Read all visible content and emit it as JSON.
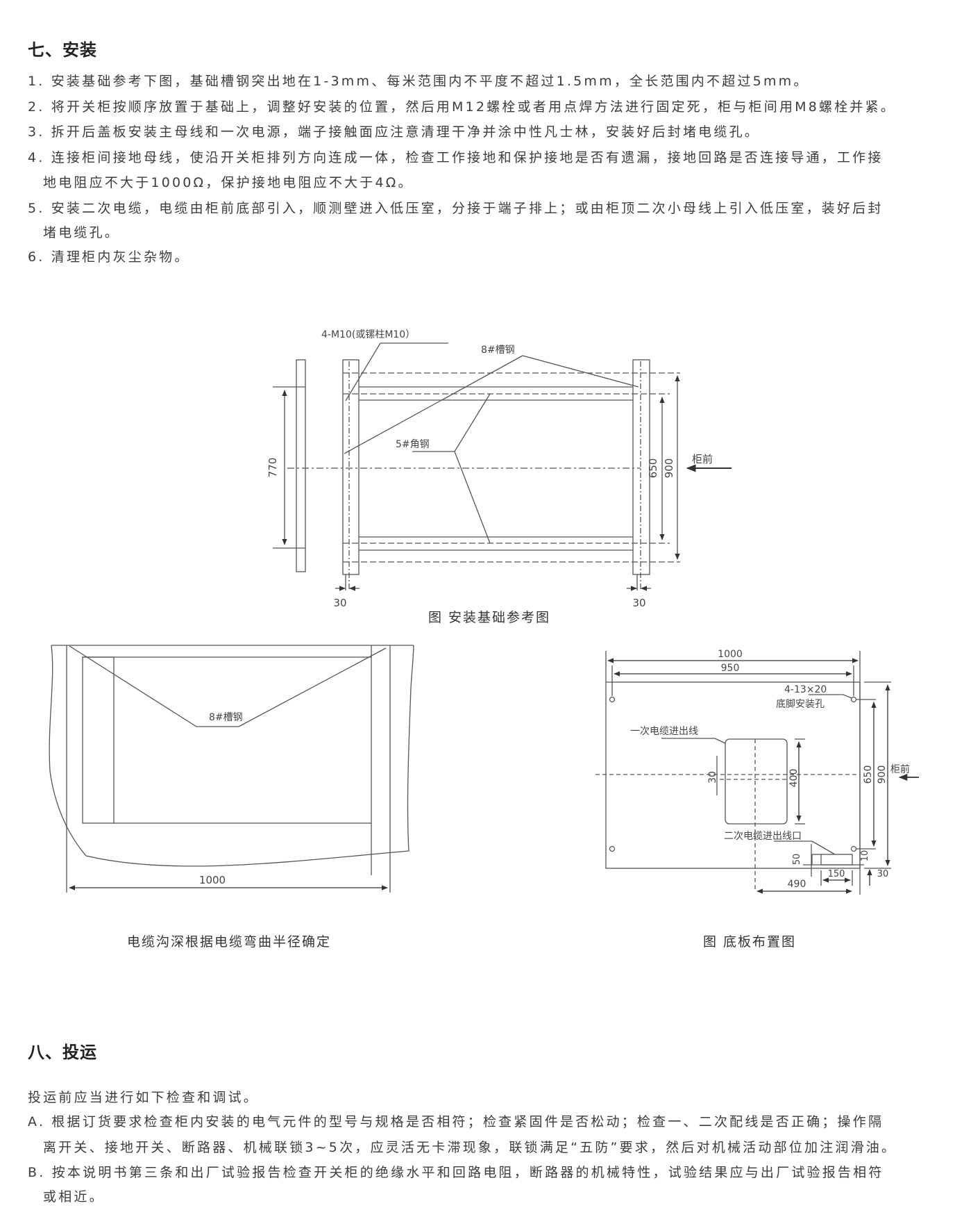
{
  "section7": {
    "title": "七、安装",
    "lines": [
      "1. 安装基础参考下图，基础槽钢突出地在1-3mm、每米范围内不平度不超过1.5mm，全长范围内不超过5mm。",
      "2. 将开关柜按顺序放置于基础上，调整好安装的位置，然后用M12螺栓或者用点焊方法进行固定死，柜与柜间用M8螺栓并紧。",
      "3. 拆开后盖板安装主母线和一次电源，端子接触面应注意清理干净并涂中性凡士林，安装好后封堵电缆孔。",
      "4. 连接柜间接地母线，使沿开关柜排列方向连成一体，检查工作接地和保护接地是否有遗漏，接地回路是否连接导通，工作接",
      "地电阻应不大于1000Ω，保护接地电阻应不大于4Ω。",
      "5. 安装二次电缆，电缆由柜前底部引入，顺测壁进入低压室，分接于端子排上；或由柜顶二次小母线上引入低压室，装好后封",
      "堵电缆孔。",
      "6. 清理柜内灰尘杂物。"
    ]
  },
  "figure1": {
    "caption": "图 安装基础参考图",
    "bolt_label": "4-M10(或镙柱M10）",
    "channel_label": "8#槽钢",
    "angle_label": "5#角钢",
    "dim_770": "770",
    "dim_650": "650",
    "dim_900": "900",
    "dim_30_left": "30",
    "dim_30_right": "30",
    "front_label": "柜前"
  },
  "figure2": {
    "caption": "电缆沟深根据电缆弯曲半径确定",
    "channel_label": "8#槽钢",
    "dim_1000": "1000"
  },
  "figure3": {
    "caption": "图 底板布置图",
    "dim_1000": "1000",
    "dim_950": "950",
    "hole_spec": "4-13×20",
    "hole_label": "底脚安装孔",
    "primary_cable": "一次电缆进出线",
    "secondary_cable": "二次电缆进出线口",
    "dim_30": "30",
    "dim_400": "400",
    "dim_650": "650",
    "dim_900": "900",
    "front_label": "柜前",
    "dim_50": "50",
    "dim_10": "10",
    "dim_150": "150",
    "dim_30b": "30",
    "dim_490": "490"
  },
  "section8": {
    "title": "八、投运",
    "lines": [
      "投运前应当进行如下检查和调试。",
      "A. 根据订货要求检查柜内安装的电气元件的型号与规格是否相符；检查紧固件是否松动；检查一、二次配线是否正确；操作隔",
      "离开关、接地开关、断路器、机械联锁3~5次，应灵活无卡滞现象，联锁满足“五防”要求，然后对机械活动部位加注润滑油。",
      "B. 按本说明书第三条和出厂试验报告检查开关柜的绝缘水平和回路电阻，断路器的机械特性，试验结果应与出厂试验报告相符",
      "或相近。"
    ]
  }
}
